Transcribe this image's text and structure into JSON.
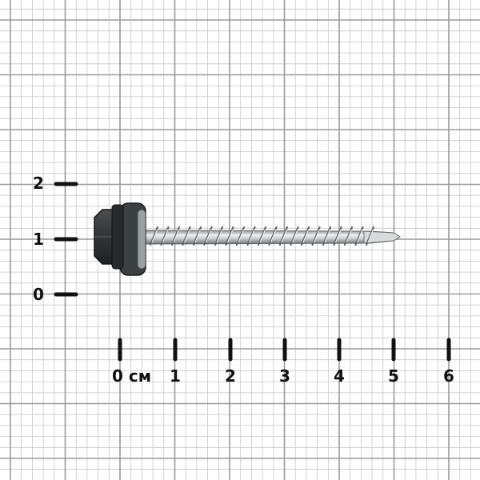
{
  "image": {
    "subject": "screw",
    "background": "graph-paper",
    "colors": {
      "paper": "#ffffff",
      "grid_minor": "#c9c9c9",
      "grid_major": "#9a9a9a",
      "ticks": "#111111",
      "screw_head": "#2f3436",
      "screw_metal": "#c9ccce"
    }
  },
  "scale": {
    "x_labels": [
      "0 см",
      "1",
      "2",
      "3",
      "4",
      "5",
      "6"
    ],
    "y_labels": [
      "2",
      "1",
      "0"
    ]
  }
}
